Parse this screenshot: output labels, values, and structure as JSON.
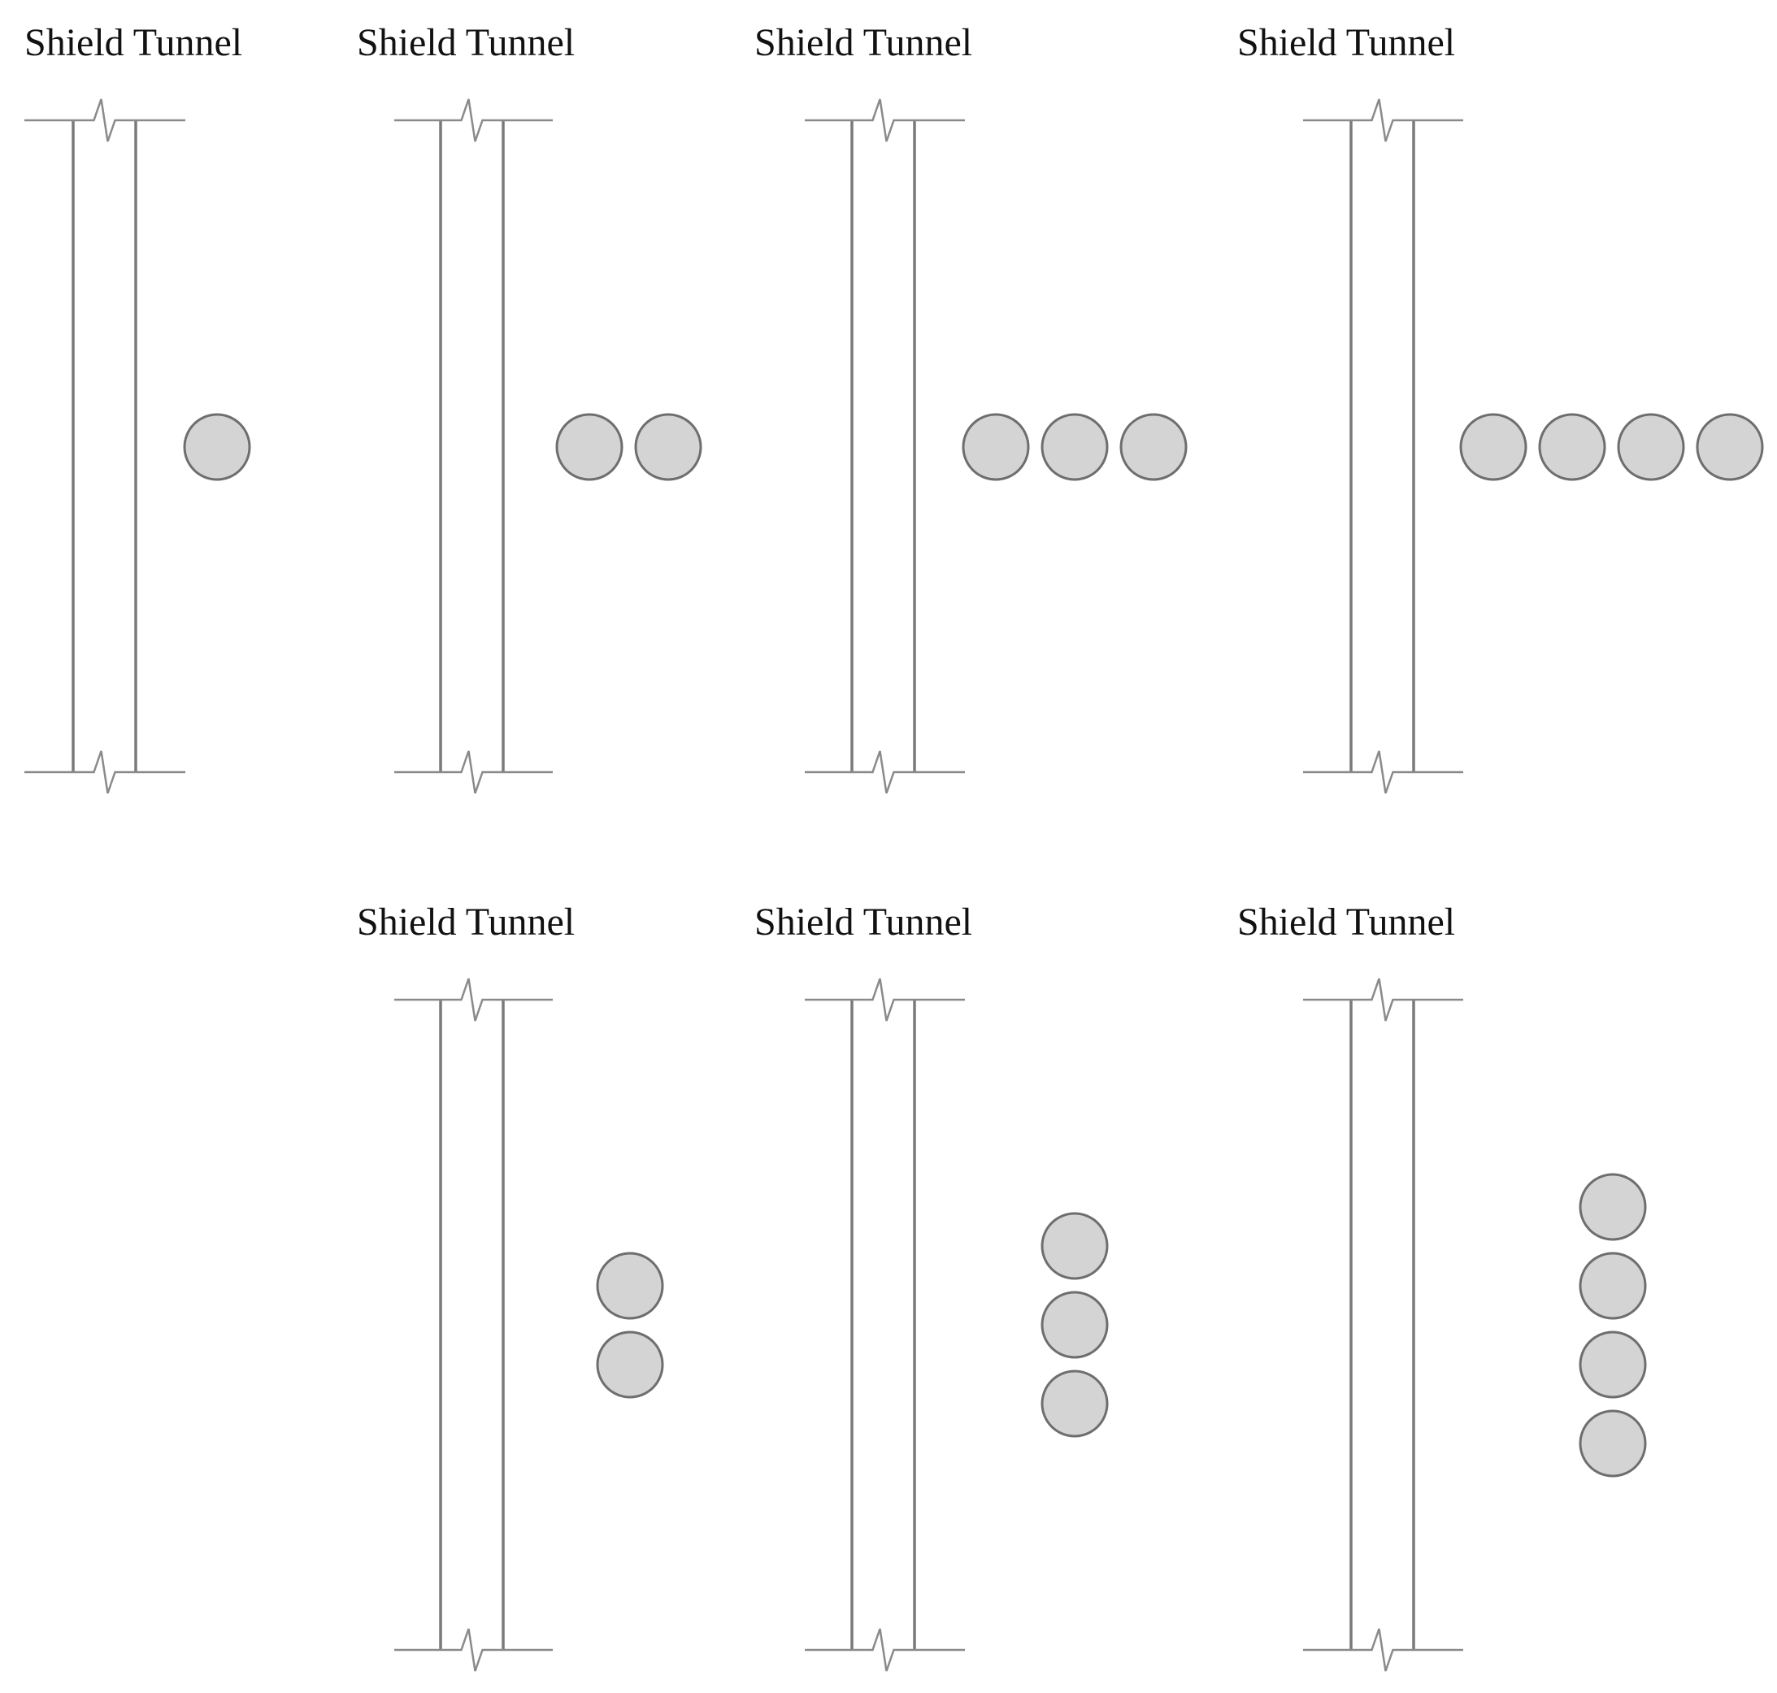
{
  "colors": {
    "pile_fill": "#d4d4d4",
    "pile_stroke": "#6e6e6e",
    "tunnel_line": "#7a7a7a",
    "label_text": "#111111"
  },
  "panels": [
    {
      "label": "Shield Tunnel",
      "pile_count": 1,
      "arrangement": "horizontal"
    },
    {
      "label": "Shield Tunnel",
      "pile_count": 2,
      "arrangement": "horizontal"
    },
    {
      "label": "Shield Tunnel",
      "pile_count": 3,
      "arrangement": "horizontal"
    },
    {
      "label": "Shield Tunnel",
      "pile_count": 4,
      "arrangement": "horizontal"
    },
    {
      "label": "Shield Tunnel",
      "pile_count": 2,
      "arrangement": "vertical"
    },
    {
      "label": "Shield Tunnel",
      "pile_count": 3,
      "arrangement": "vertical"
    },
    {
      "label": "Shield Tunnel",
      "pile_count": 4,
      "arrangement": "vertical"
    }
  ]
}
